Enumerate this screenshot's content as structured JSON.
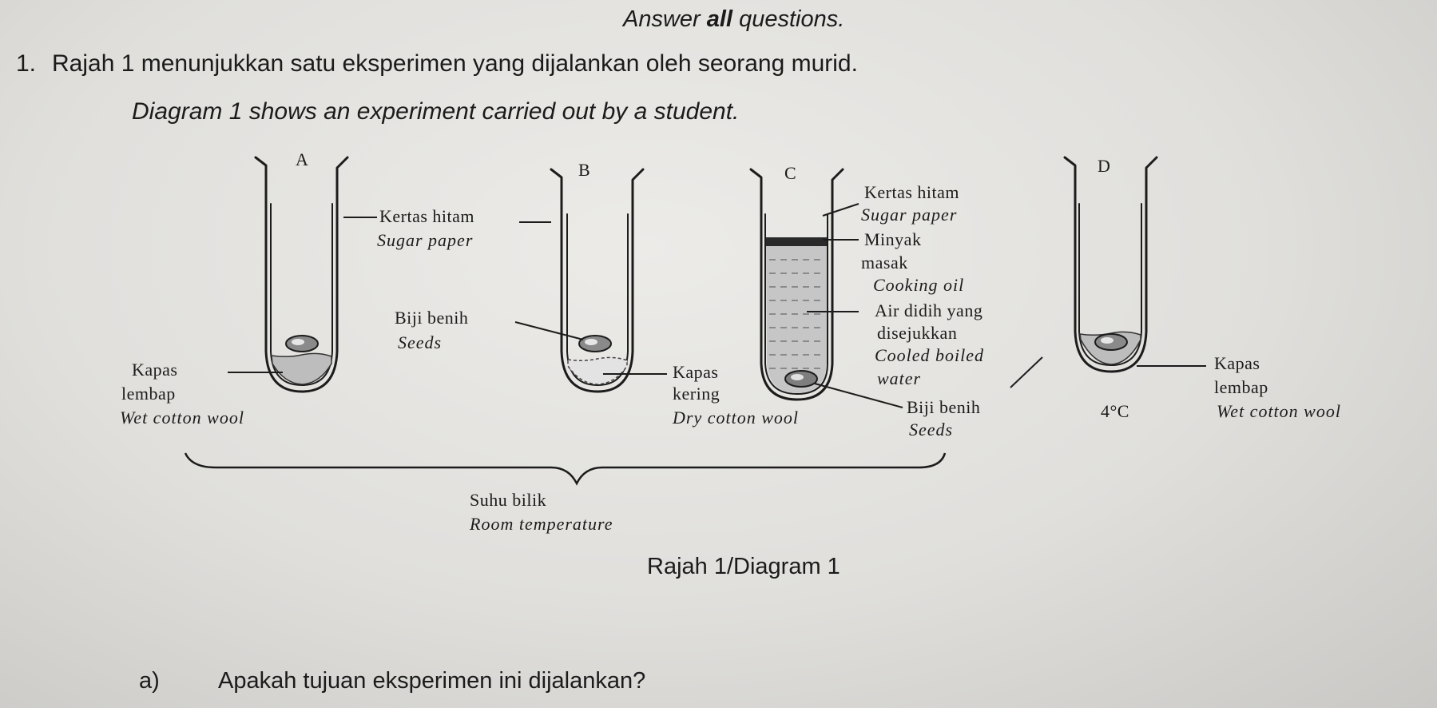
{
  "header": {
    "instruction_prefix": "Answer ",
    "instruction_bold": "all",
    "instruction_suffix": " questions."
  },
  "question": {
    "number": "1.",
    "text_my": "Rajah 1 menunjukkan satu eksperimen yang dijalankan oleh seorang murid.",
    "text_en": "Diagram 1 shows an experiment carried out by a student."
  },
  "diagram": {
    "tubes": {
      "a": "A",
      "b": "B",
      "c": "C",
      "d": "D"
    },
    "labels": {
      "a_paper_my": "Kertas hitam",
      "a_paper_en": "Sugar paper",
      "a_seeds_my": "Biji benih",
      "a_seeds_en": "Seeds",
      "a_cotton_my_1": "Kapas",
      "a_cotton_my_2": "lembap",
      "a_cotton_en": "Wet cotton wool",
      "b_cotton_my_1": "Kapas",
      "b_cotton_my_2": "kering",
      "b_cotton_en": "Dry cotton wool",
      "c_paper_my": "Kertas hitam",
      "c_paper_en": "Sugar paper",
      "c_oil_my_1": "Minyak",
      "c_oil_my_2": "masak",
      "c_oil_en": "Cooking oil",
      "c_water_my_1": "Air didih yang",
      "c_water_my_2": "disejukkan",
      "c_water_en_1": "Cooled boiled",
      "c_water_en_2": "water",
      "c_seeds_my": "Biji benih",
      "c_seeds_en": "Seeds",
      "d_cotton_my_1": "Kapas",
      "d_cotton_my_2": "lembap",
      "d_cotton_en": "Wet cotton wool",
      "d_temp": "4°C",
      "room_my": "Suhu bilik",
      "room_en": "Room temperature"
    },
    "caption": "Rajah 1/Diagram 1"
  },
  "part_a": {
    "letter": "a)",
    "text": "Apakah tujuan eksperimen ini dijalankan?"
  }
}
